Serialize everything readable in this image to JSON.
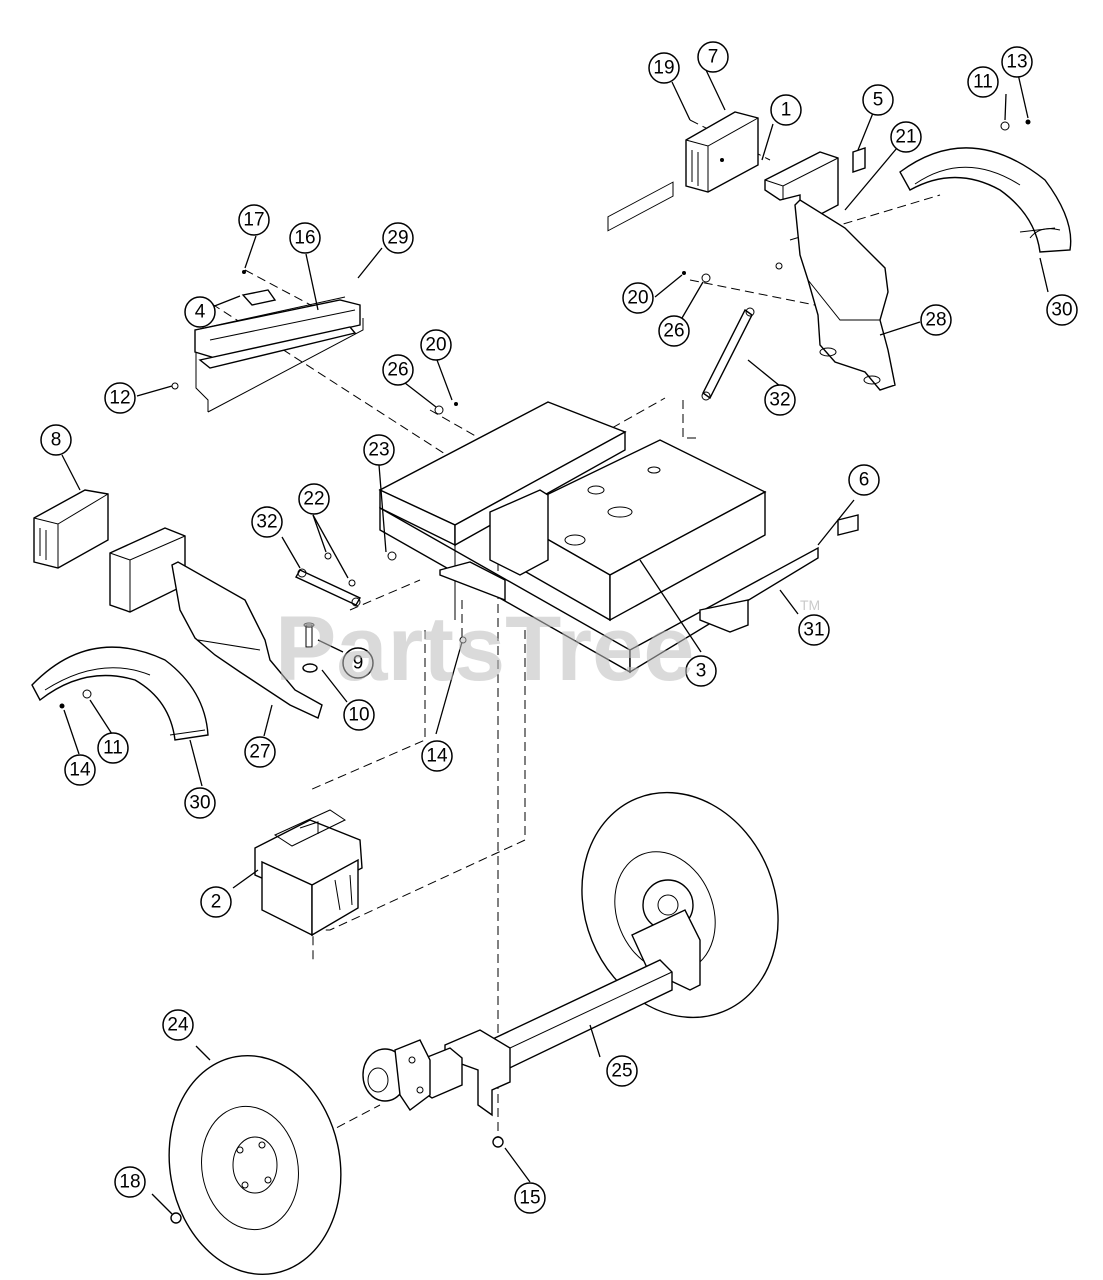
{
  "watermark": {
    "text": "PartsTree",
    "trademark": "TM"
  },
  "callouts": [
    "1",
    "2",
    "3",
    "4",
    "5",
    "6",
    "7",
    "8",
    "9",
    "10",
    "11",
    "11",
    "12",
    "13",
    "14",
    "14",
    "15",
    "16",
    "17",
    "18",
    "19",
    "20",
    "20",
    "21",
    "22",
    "23",
    "24",
    "25",
    "26",
    "26",
    "27",
    "28",
    "29",
    "30",
    "30",
    "31",
    "32",
    "32"
  ]
}
